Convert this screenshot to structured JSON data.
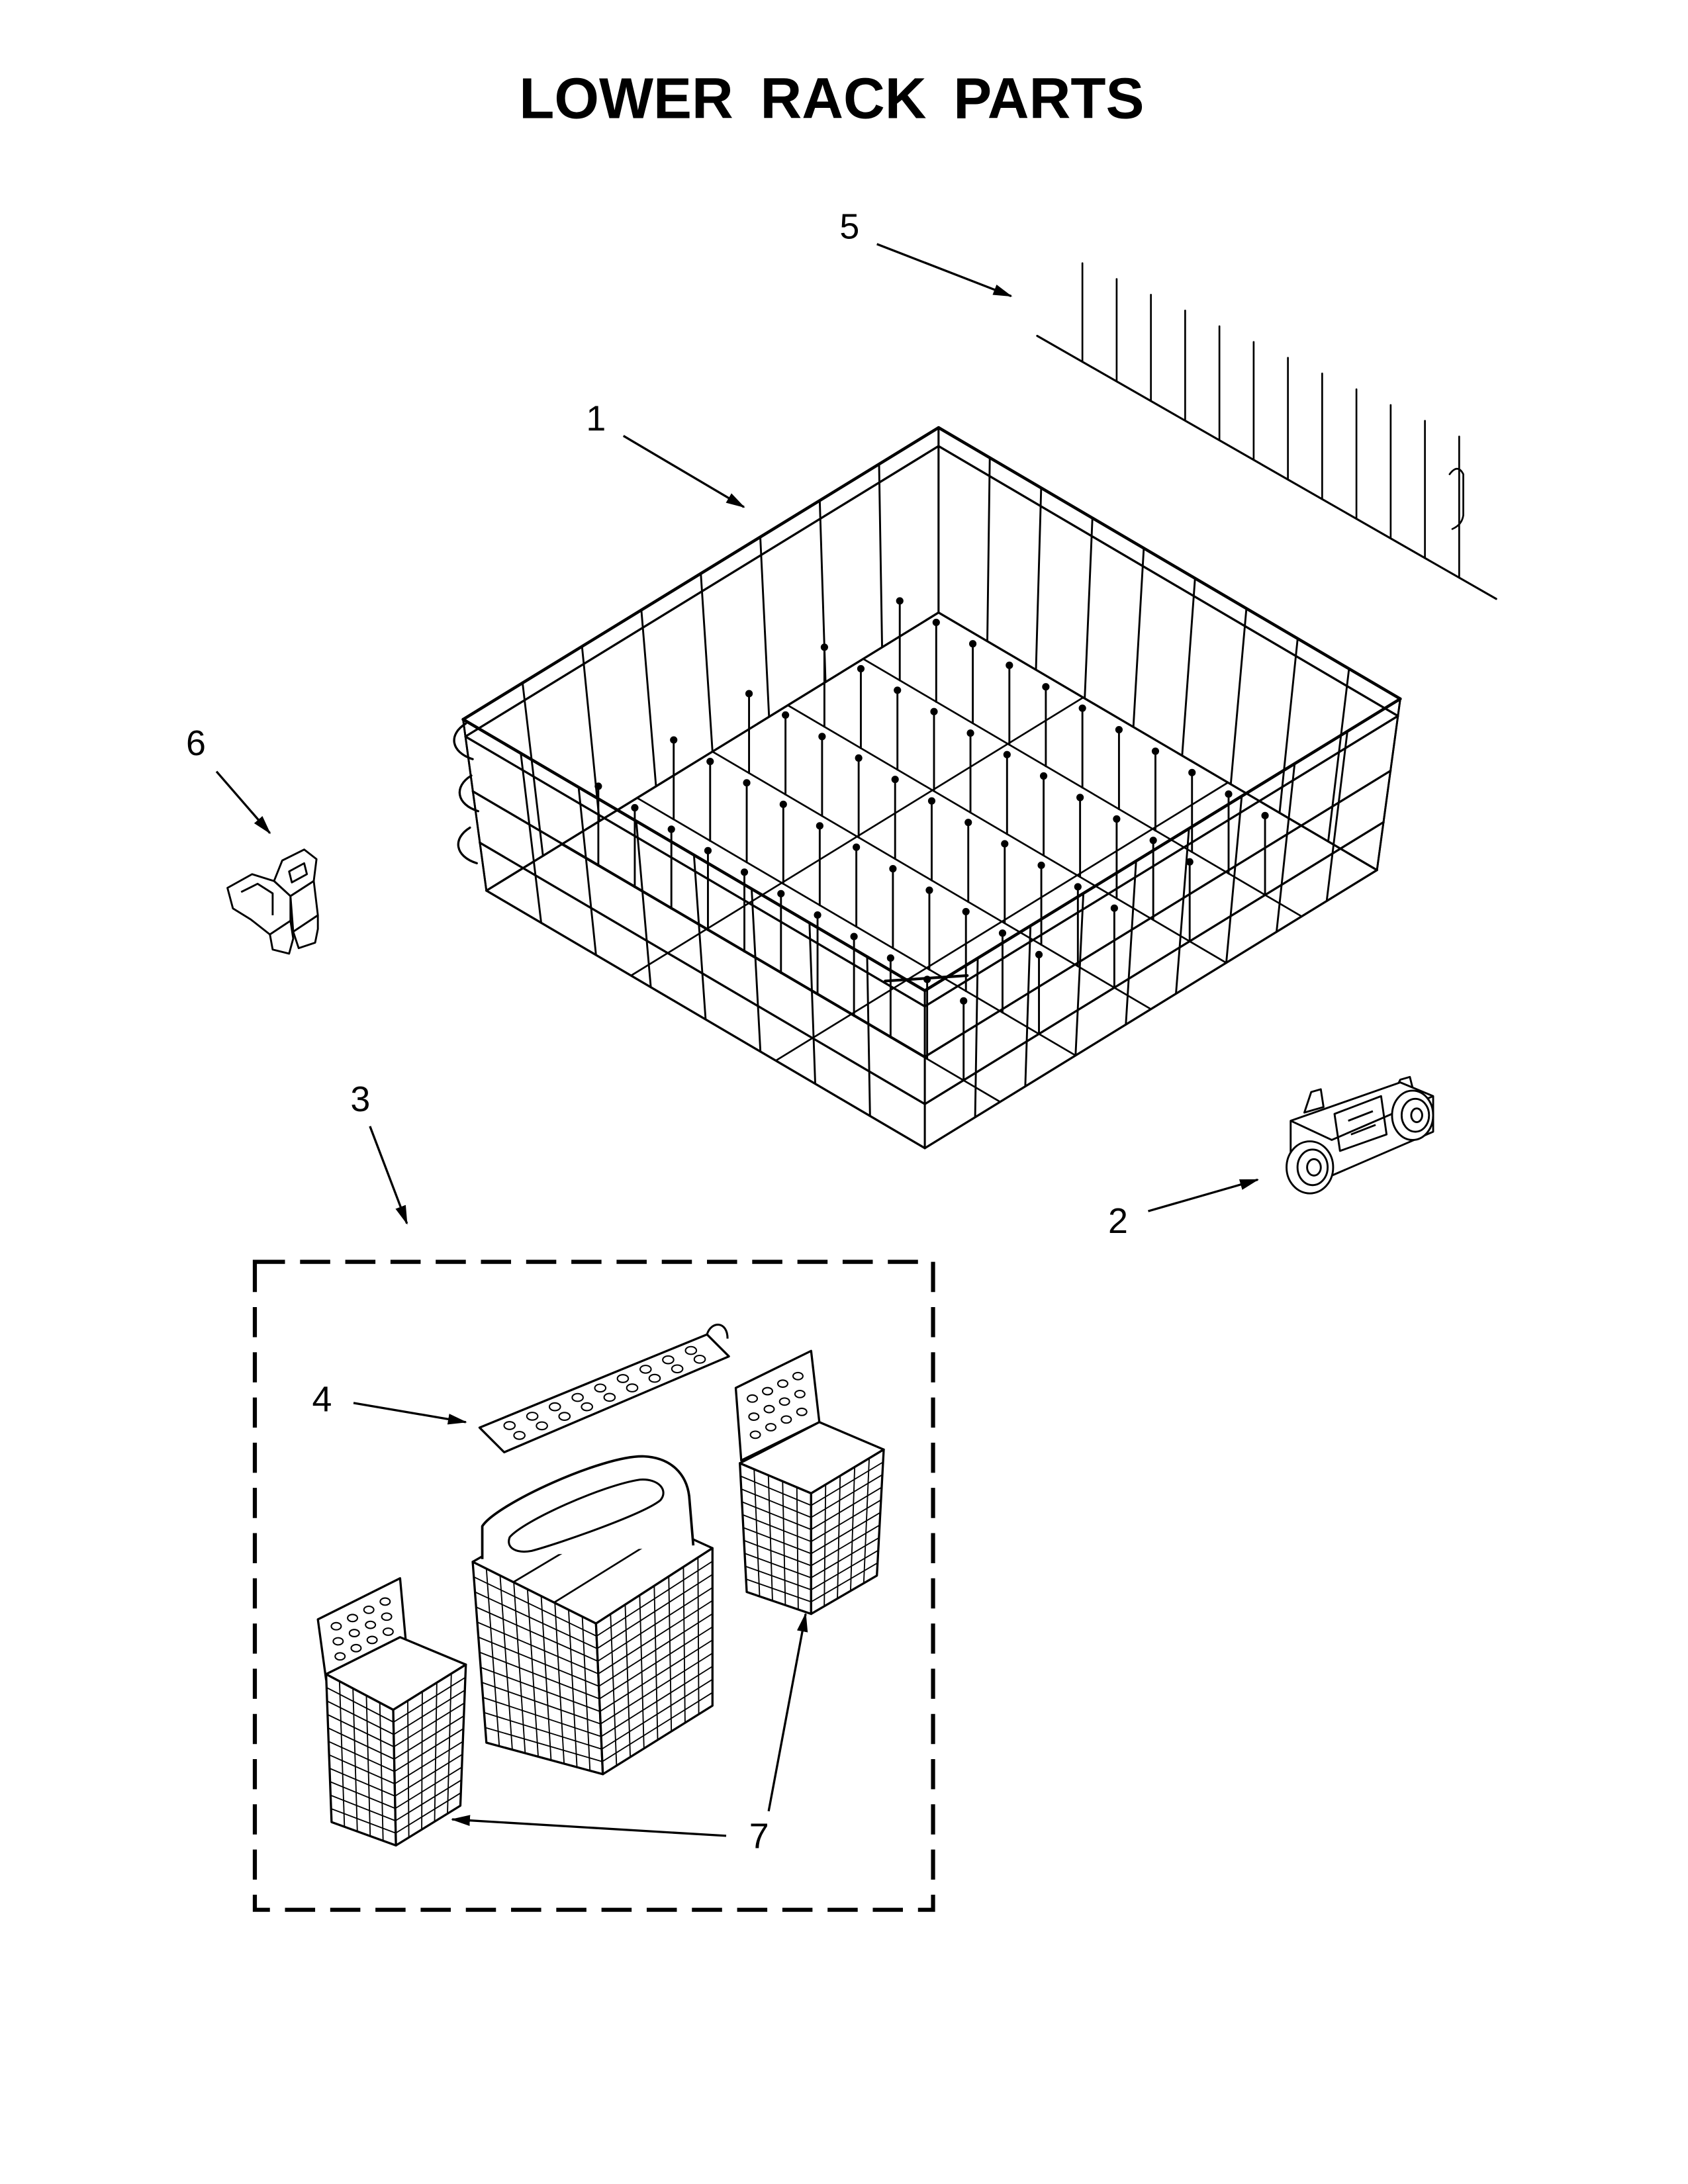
{
  "title": "LOWER RACK PARTS",
  "callouts": [
    {
      "label": "1"
    },
    {
      "label": "2"
    },
    {
      "label": "3"
    },
    {
      "label": "4"
    },
    {
      "label": "5"
    },
    {
      "label": "6"
    },
    {
      "label": "7"
    }
  ],
  "colors": {
    "line": "#000000",
    "background": "#ffffff"
  }
}
